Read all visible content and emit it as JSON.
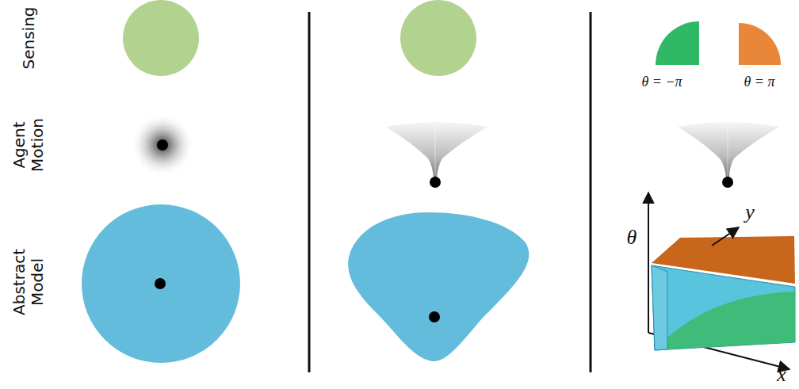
{
  "diagram": {
    "labels": [
      "Sensing",
      "Agent Motion",
      "Abstract Model",
      "θ = −π",
      "θ = π",
      "θ",
      "y",
      "x"
    ]
  }
}
